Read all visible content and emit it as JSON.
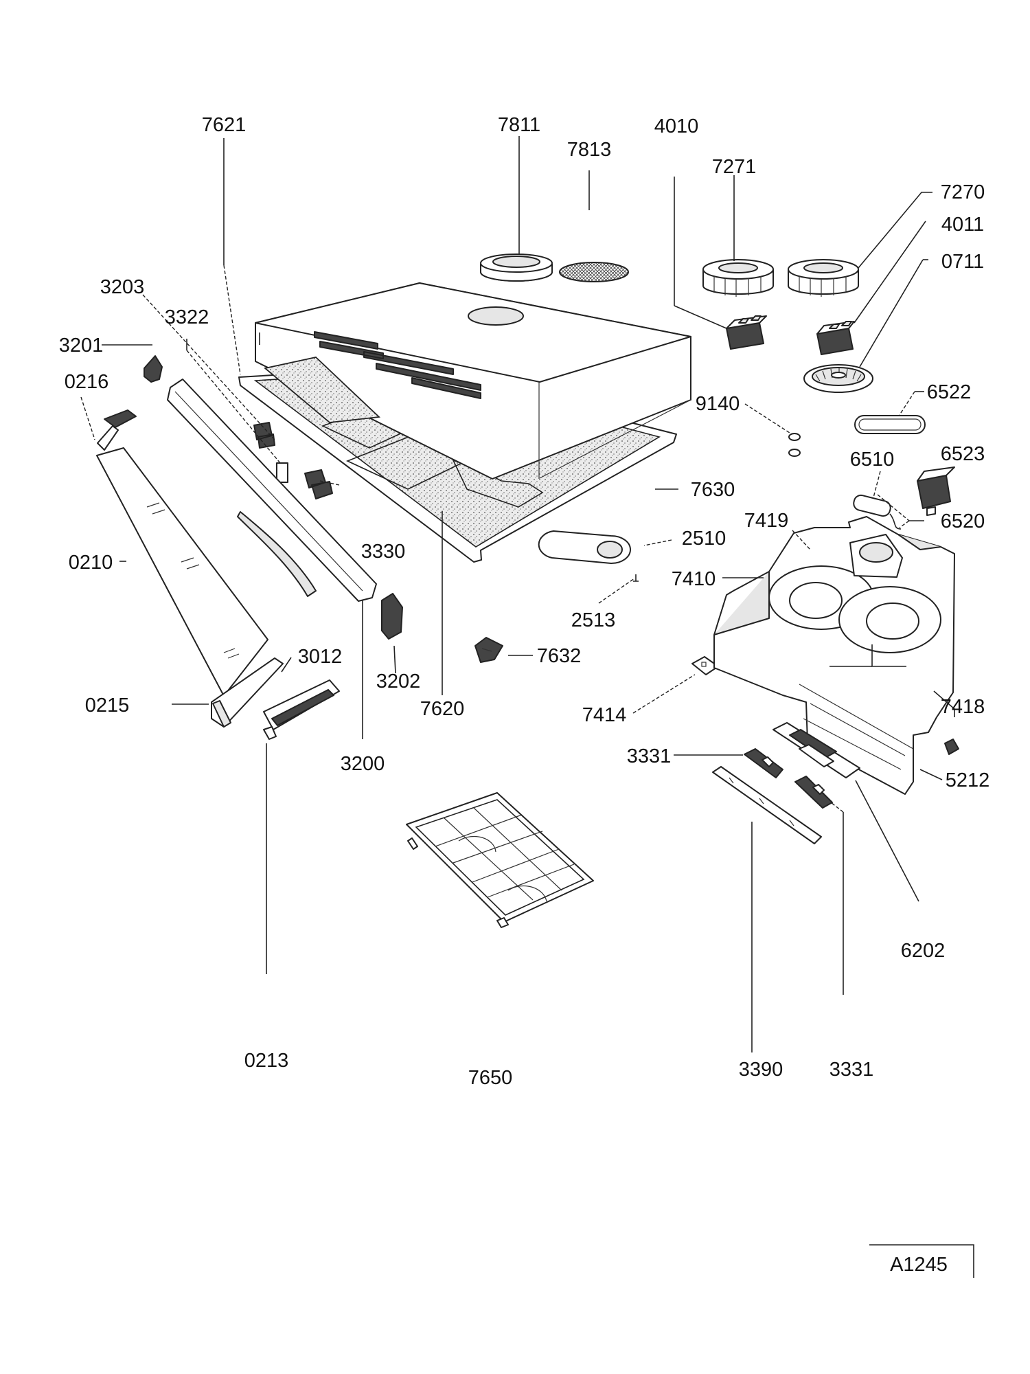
{
  "diagram": {
    "drawing_code": "A1245",
    "part_labels": {
      "p7621": "7621",
      "p7811": "7811",
      "p4010": "4010",
      "p7813": "7813",
      "p7271": "7271",
      "p7270": "7270",
      "p4011": "4011",
      "p0711": "0711",
      "p3203": "3203",
      "p3322": "3322",
      "p3201": "3201",
      "p0216": "0216",
      "p9140": "9140",
      "p6522": "6522",
      "p6523": "6523",
      "p6510": "6510",
      "p7630": "7630",
      "p6520": "6520",
      "p3330": "3330",
      "p7419": "7419",
      "p2510": "2510",
      "p0210": "0210",
      "p7410": "7410",
      "p2513": "2513",
      "p3012": "3012",
      "p7632": "7632",
      "p3202": "3202",
      "p0215": "0215",
      "p7418": "7418",
      "p7620": "7620",
      "p7414": "7414",
      "p3331a": "3331",
      "p3200": "3200",
      "p5212": "5212",
      "p6202": "6202",
      "p0213": "0213",
      "p7650": "7650",
      "p3390": "3390",
      "p3331b": "3331"
    }
  }
}
